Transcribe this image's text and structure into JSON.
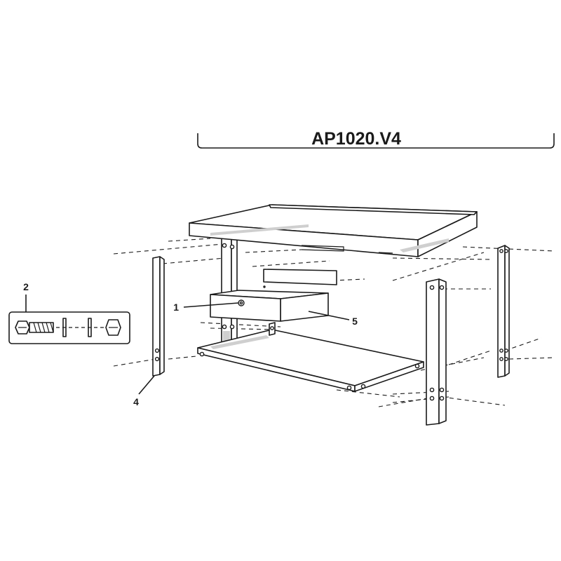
{
  "diagram": {
    "title": "AP1020.V4",
    "callouts": {
      "drawer": "1",
      "bolt_kit": "2",
      "leg": "4",
      "drawer_front": "5"
    }
  }
}
